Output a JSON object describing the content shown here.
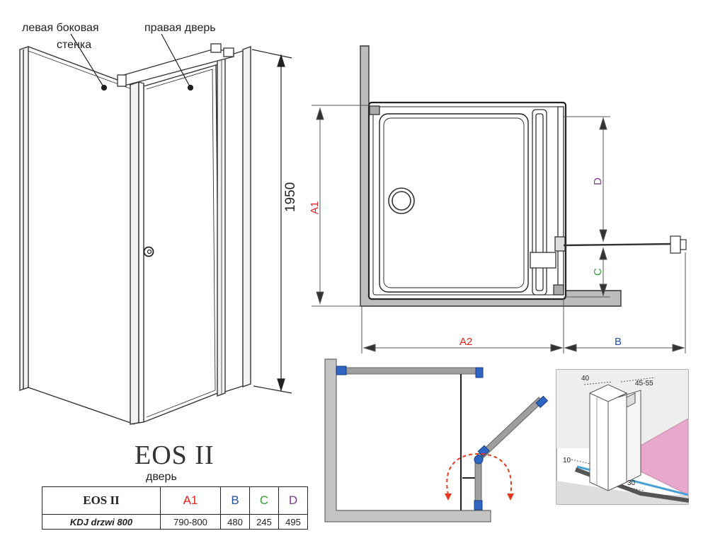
{
  "labels": {
    "left_wall_line1": "левая боковая",
    "left_wall_line2": "стенка",
    "right_door": "правая дверь",
    "height": "1950",
    "dim_a1": "A1",
    "dim_a2": "A2",
    "dim_b": "B",
    "dim_c": "C",
    "dim_d": "D"
  },
  "detail": {
    "w40": "40",
    "w45_55": "45-55",
    "h10": "10",
    "d30": "30"
  },
  "product": {
    "title": "EOS II",
    "subtitle": "дверь"
  },
  "spec_table": {
    "header": [
      "EOS II",
      "A1",
      "B",
      "C",
      "D"
    ],
    "row": [
      "KDJ drzwi 800",
      "790-800",
      "480",
      "245",
      "495"
    ]
  },
  "colors": {
    "a1": "#e0201b",
    "b": "#1f4fa8",
    "c": "#2ea32e",
    "d": "#7a3a8c",
    "wall": "#bdbdbd",
    "blue_part": "#2f66c4",
    "swing_arrow": "#e53a1f",
    "pink_tile": "#e8a8cc"
  }
}
